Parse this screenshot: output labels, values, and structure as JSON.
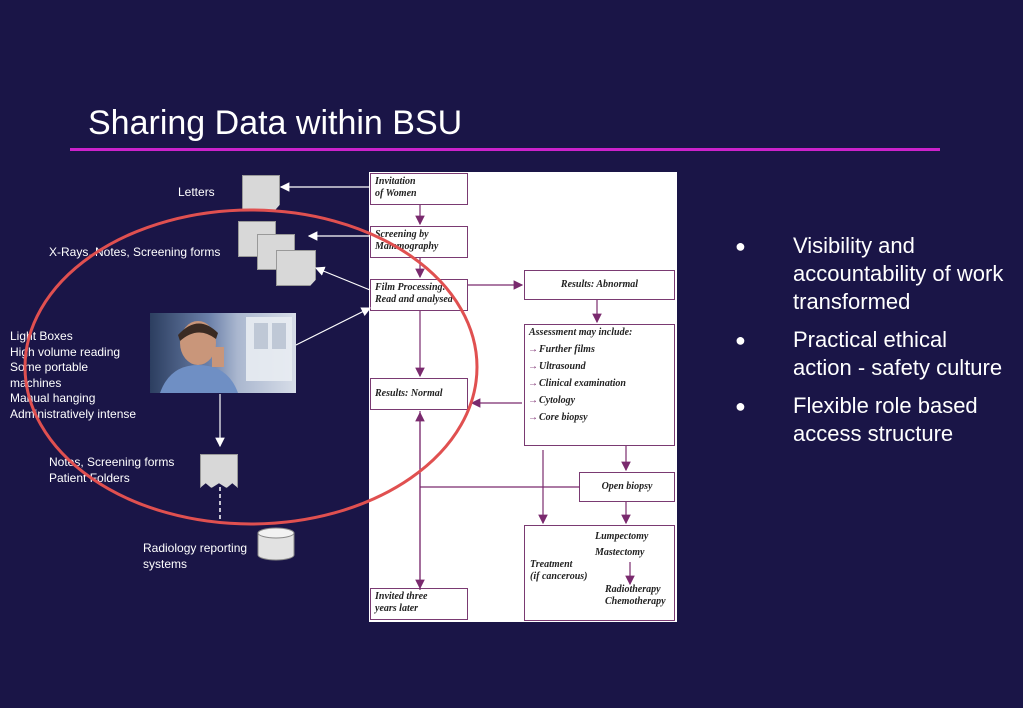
{
  "slide": {
    "title": "Sharing Data within BSU"
  },
  "left_labels": {
    "letters": "Letters",
    "xrays": "X-Rays, Notes, Screening forms",
    "lightboxes": "Light Boxes\nHigh volume reading\nSome portable\nmachines\nManual hanging\nAdministratively intense",
    "notes": "Notes, Screening forms\nPatient Folders",
    "radiology": "Radiology reporting\nsystems"
  },
  "flowchart": {
    "invitation": "Invitation\nof Women",
    "screening": "Screening by\nMammography",
    "film": "Film Processing:\nRead and analysed",
    "abnormal": "Results: Abnormal",
    "assessment_title": "Assessment may include:",
    "assessment_items": [
      "Further films",
      "Ultrasound",
      "Clinical examination",
      "Cytology",
      "Core biopsy"
    ],
    "normal": "Results: Normal",
    "open_biopsy": "Open biopsy",
    "treatment": "Treatment\n(if cancerous)",
    "lumpectomy": "Lumpectomy",
    "mastectomy": "Mastectomy",
    "radio": "Radiotherapy\nChemotherapy",
    "invited": "Invited three\nyears later"
  },
  "bullets": [
    "Visibility and accountability of work transformed",
    "Practical ethical action - safety culture",
    "Flexible role based access structure"
  ],
  "colors": {
    "background": "#1a1547",
    "rule": "#cc22cc",
    "ellipse": "#e05050",
    "flow_border": "#7a3a72"
  }
}
